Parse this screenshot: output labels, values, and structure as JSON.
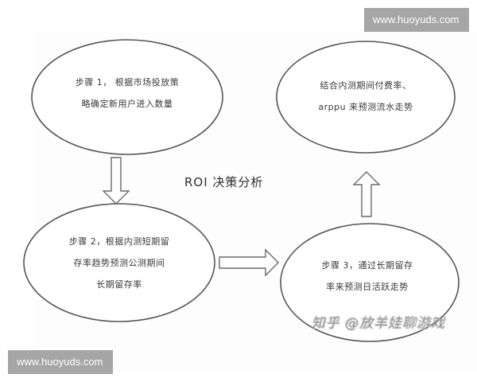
{
  "diagram": {
    "title": "ROI 决策分析",
    "nodes": [
      {
        "id": "step1",
        "lines": [
          "步骤 1， 根据市场投放策",
          "略确定新用户进入数量"
        ]
      },
      {
        "id": "step2",
        "lines": [
          "步骤 2，根据内测短期留",
          "存率趋势预测公测期间",
          "长期留存率"
        ]
      },
      {
        "id": "step3",
        "lines": [
          "步骤 3，通过长期留存",
          "率来预测日活跃走势"
        ]
      },
      {
        "id": "step4",
        "lines": [
          "结合内测期间付费率、",
          "arppu 来预测流水走势"
        ]
      }
    ],
    "arrows": [
      {
        "from": "step1",
        "to": "step2",
        "direction": "down"
      },
      {
        "from": "step2",
        "to": "step3",
        "direction": "right"
      },
      {
        "from": "step3",
        "to": "step4",
        "direction": "up"
      }
    ],
    "colors": {
      "outline": "#555555",
      "arrow_outline": "#6a6a6a",
      "text": "#3a3a3a",
      "badge_bg": "#a6a6a6",
      "badge_text": "#ffffff"
    }
  },
  "watermarks": {
    "zhihu": "知乎 @放羊娃聊游戏",
    "site_top_right": "www.huoyuds.com",
    "site_bottom_left": "www.huoyuds.com"
  }
}
